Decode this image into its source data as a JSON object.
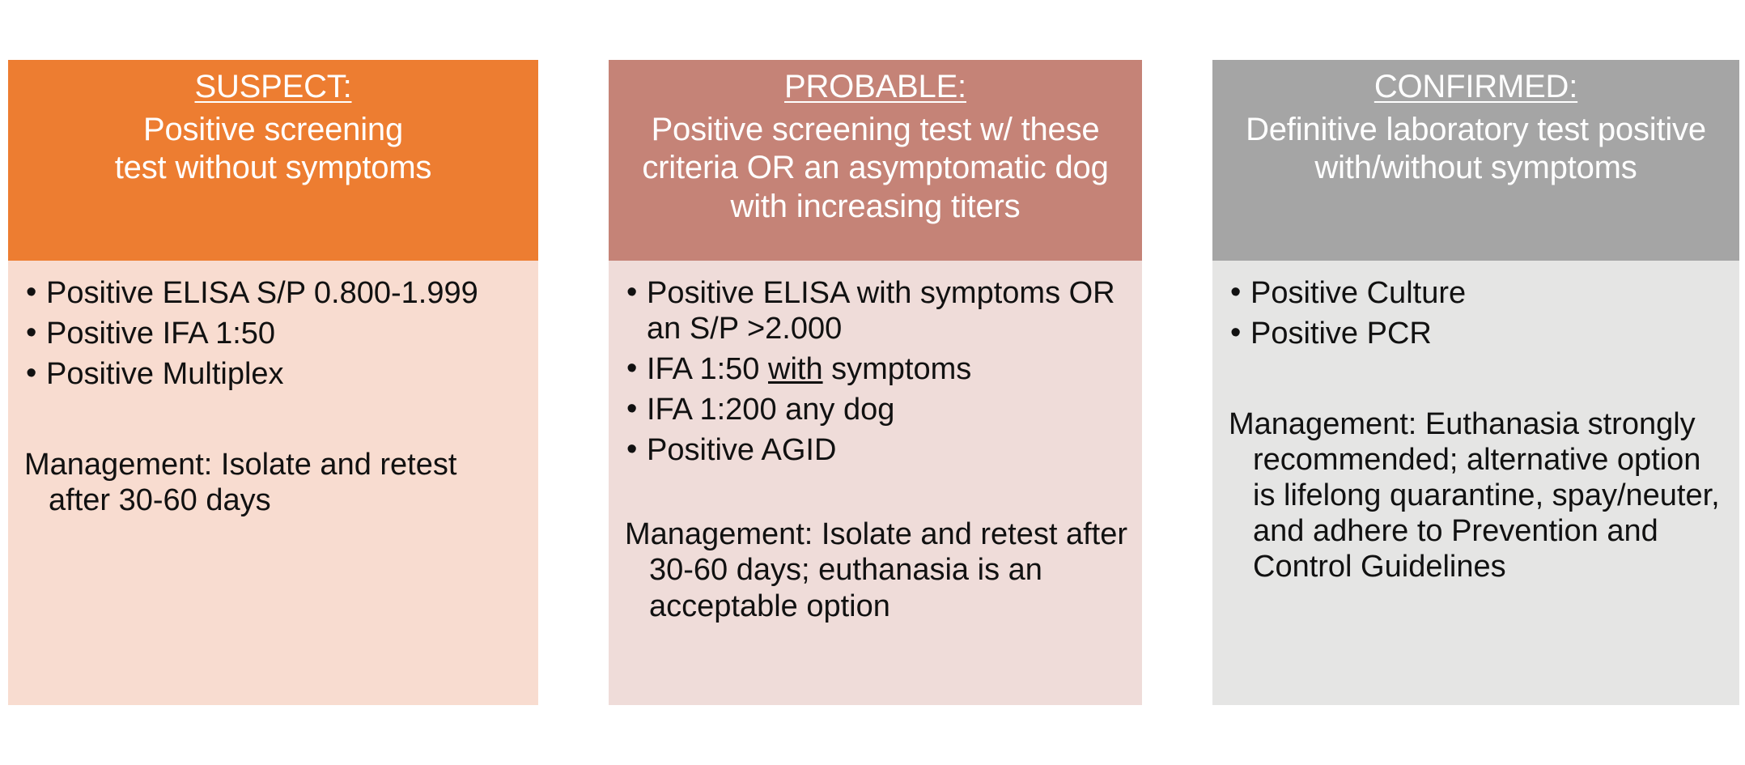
{
  "diagram": {
    "type": "three-column-classification",
    "columns": [
      {
        "id": "suspect",
        "title": "SUSPECT:",
        "subtitle": "Positive screening\ntest without symptoms",
        "header_color": "#ED7D31",
        "body_color": "#F8DCD0",
        "header_text_color": "#FFFFFF",
        "bullets": [
          {
            "text": "Positive ELISA S/P 0.800-1.999"
          },
          {
            "text": "Positive IFA 1:50"
          },
          {
            "text": "Positive Multiplex"
          }
        ],
        "management": "Management: Isolate and retest after 30-60 days"
      },
      {
        "id": "probable",
        "title": "PROBABLE:",
        "subtitle": "Positive screening test w/ these criteria OR an asymptomatic dog with increasing titers",
        "header_color": "#C58377",
        "body_color": "#EFDCD9",
        "header_text_color": "#FFFFFF",
        "bullets": [
          {
            "text": "Positive ELISA with symptoms OR an S/P >2.000"
          },
          {
            "text_before": "IFA 1:50 ",
            "underlined": "with",
            "text_after": " symptoms"
          },
          {
            "text": "IFA 1:200 any dog"
          },
          {
            "text": "Positive AGID"
          }
        ],
        "management": "Management: Isolate and retest after 30-60 days; euthanasia is an acceptable option"
      },
      {
        "id": "confirmed",
        "title": "CONFIRMED:",
        "subtitle": "Definitive laboratory test positive with/without symptoms",
        "header_color": "#A5A5A5",
        "body_color": "#E5E5E4",
        "header_text_color": "#FFFFFF",
        "bullets": [
          {
            "text": "Positive Culture"
          },
          {
            "text": "Positive PCR"
          }
        ],
        "management": "Management: Euthanasia strongly recommended; alternative option is lifelong quarantine, spay/neuter, and adhere to Prevention and Control Guidelines"
      }
    ]
  }
}
